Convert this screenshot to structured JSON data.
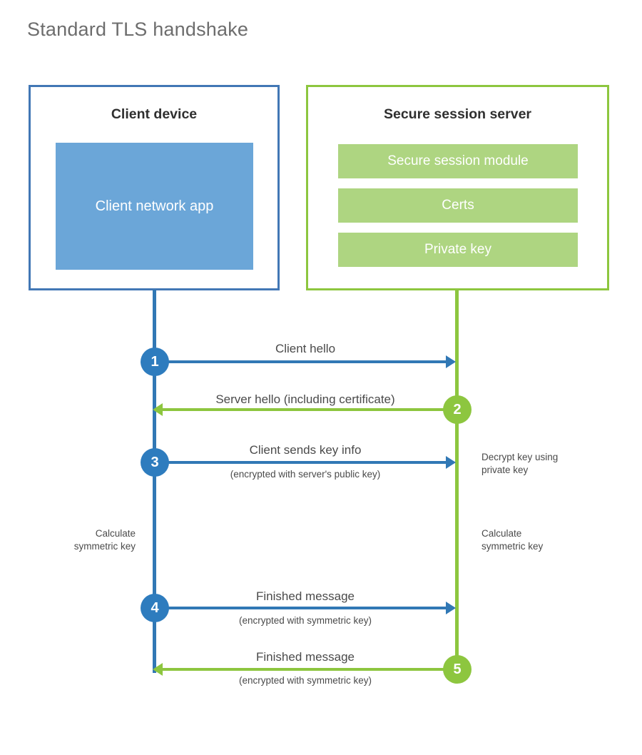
{
  "title": "Standard TLS handshake",
  "colors": {
    "client_border": "#4277b5",
    "client_fill": "#6ba6d8",
    "client_line": "#3178b5",
    "client_badge": "#2e7cbe",
    "server_border": "#8dc63f",
    "server_fill": "#aed581",
    "server_line": "#8dc63f",
    "text": "#4a4a4a",
    "title_text": "#6d6d6d",
    "background": "#ffffff"
  },
  "client": {
    "title": "Client device",
    "app_label": "Client network app"
  },
  "server": {
    "title": "Secure session server",
    "components": [
      {
        "label": "Secure session module"
      },
      {
        "label": "Certs"
      },
      {
        "label": "Private key"
      }
    ]
  },
  "steps": [
    {
      "number": "1",
      "label": "Client hello",
      "sublabel": "",
      "direction": "client-to-server",
      "color": "#3178b5"
    },
    {
      "number": "2",
      "label": "Server hello (including certificate)",
      "sublabel": "",
      "direction": "server-to-client",
      "color": "#8dc63f"
    },
    {
      "number": "3",
      "label": "Client sends key info",
      "sublabel": "(encrypted with server's public key)",
      "direction": "client-to-server",
      "color": "#3178b5"
    },
    {
      "number": "4",
      "label": "Finished message",
      "sublabel": "(encrypted with symmetric key)",
      "direction": "client-to-server",
      "color": "#3178b5"
    },
    {
      "number": "5",
      "label": "Finished message",
      "sublabel": "(encrypted with symmetric key)",
      "direction": "server-to-client",
      "color": "#8dc63f"
    }
  ],
  "notes": {
    "server_decrypt": "Decrypt key using\nprivate key",
    "client_calculate": "Calculate\nsymmetric key",
    "server_calculate": "Calculate\nsymmetric key"
  }
}
